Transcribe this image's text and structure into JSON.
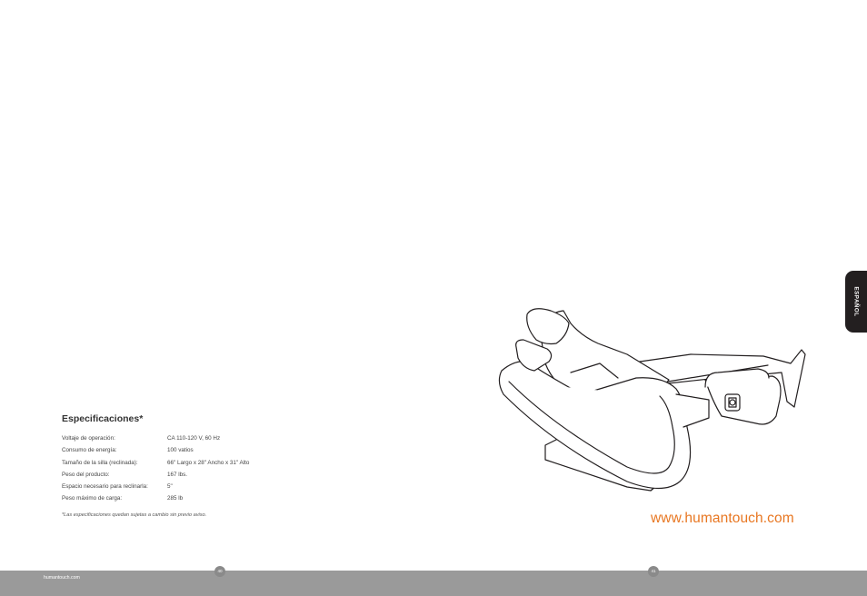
{
  "tab": {
    "label": "ESPAÑOL"
  },
  "specs": {
    "title": "Especificaciones*",
    "rows": [
      {
        "label": "Voltaje de operación:",
        "value": "CA 110-120 V, 60 Hz"
      },
      {
        "label": "Consumo de energía:",
        "value": "100 vatios"
      },
      {
        "label": "Tamaño de la silla (reclinada):",
        "value": "66\" Largo x 28\" Ancho x 31\" Alto"
      },
      {
        "label": "Peso del producto:",
        "value": "167 lbs."
      },
      {
        "label": "Espacio necesario para reclinarla:",
        "value": "5\""
      },
      {
        "label": "Peso máximo de carga:",
        "value": "285 lb"
      }
    ],
    "note": "*Las especificaciones quedan sujetas a cambio sin previo aviso."
  },
  "url": "www.humantouch.com",
  "footer": {
    "site": "humantouch.com",
    "page_left": "40",
    "page_right": "41"
  },
  "colors": {
    "accent": "#e87722",
    "tab": "#231f20",
    "footer": "#9a9a9a"
  }
}
